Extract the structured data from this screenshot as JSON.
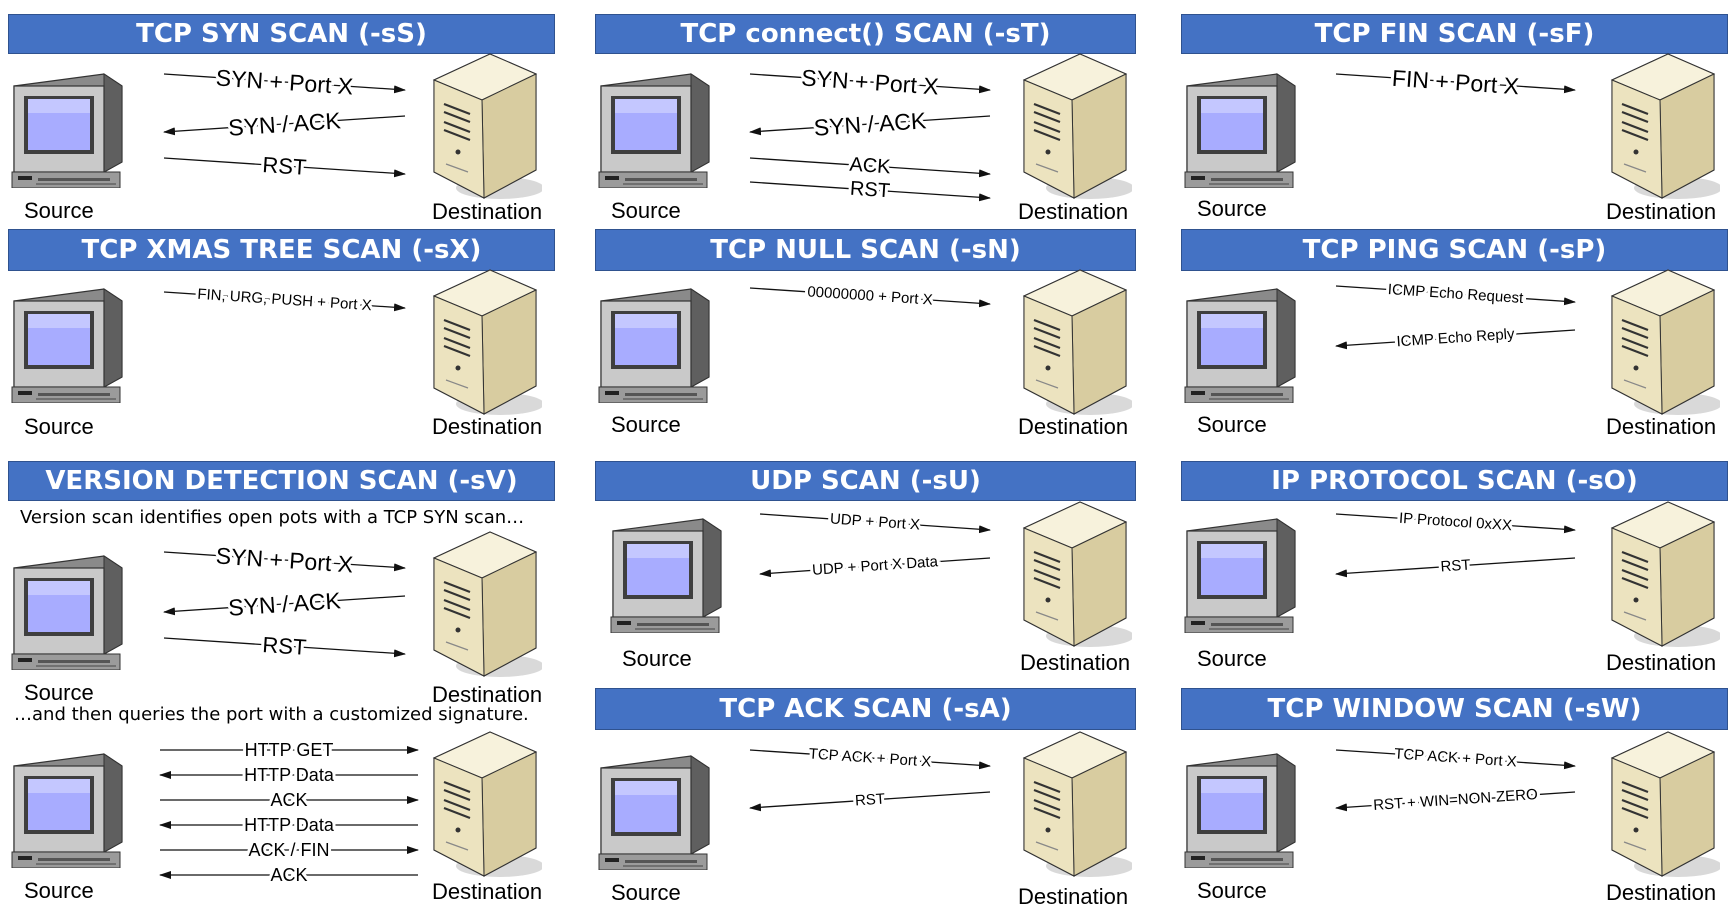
{
  "common": {
    "source_label": "Source",
    "destination_label": "Destination"
  },
  "panels": [
    {
      "id": "syn",
      "title": "TCP SYN SCAN (-sS)",
      "arrows": [
        {
          "label": "SYN + Port X",
          "dir": "right"
        },
        {
          "label": "SYN / ACK",
          "dir": "left"
        },
        {
          "label": "RST",
          "dir": "right"
        }
      ]
    },
    {
      "id": "connect",
      "title": "TCP connect() SCAN (-sT)",
      "arrows": [
        {
          "label": "SYN + Port X",
          "dir": "right"
        },
        {
          "label": "SYN / ACK",
          "dir": "left"
        },
        {
          "label": "ACK",
          "dir": "right"
        },
        {
          "label": "RST",
          "dir": "right"
        }
      ]
    },
    {
      "id": "fin",
      "title": "TCP FIN SCAN (-sF)",
      "arrows": [
        {
          "label": "FIN + Port X",
          "dir": "right"
        }
      ]
    },
    {
      "id": "xmas",
      "title": "TCP XMAS TREE SCAN (-sX)",
      "arrows": [
        {
          "label": "FIN, URG, PUSH + Port X",
          "dir": "right"
        }
      ]
    },
    {
      "id": "null",
      "title": "TCP NULL SCAN (-sN)",
      "arrows": [
        {
          "label": "00000000 + Port X",
          "dir": "right"
        }
      ]
    },
    {
      "id": "ping",
      "title": "TCP PING SCAN (-sP)",
      "arrows": [
        {
          "label": "ICMP Echo Request",
          "dir": "right"
        },
        {
          "label": "ICMP Echo Reply",
          "dir": "left"
        }
      ]
    },
    {
      "id": "version",
      "title": "VERSION DETECTION SCAN (-sV)",
      "caption_top": "Version scan identifies open pots with a TCP SYN scan…",
      "caption_mid": "…and then queries the port with a customized signature.",
      "arrows": [
        {
          "label": "SYN + Port X",
          "dir": "right"
        },
        {
          "label": "SYN / ACK",
          "dir": "left"
        },
        {
          "label": "RST",
          "dir": "right"
        }
      ],
      "arrows2": [
        {
          "label": "HTTP GET",
          "dir": "right"
        },
        {
          "label": "HTTP Data",
          "dir": "left"
        },
        {
          "label": "ACK",
          "dir": "right"
        },
        {
          "label": "HTTP Data",
          "dir": "left"
        },
        {
          "label": "ACK / FIN",
          "dir": "right"
        },
        {
          "label": "ACK",
          "dir": "left"
        }
      ]
    },
    {
      "id": "udp",
      "title": "UDP SCAN (-sU)",
      "arrows": [
        {
          "label": "UDP + Port X",
          "dir": "right"
        },
        {
          "label": "UDP + Port X Data",
          "dir": "left"
        }
      ]
    },
    {
      "id": "ipproto",
      "title": "IP PROTOCOL SCAN (-sO)",
      "arrows": [
        {
          "label": "IP Protocol 0xXX",
          "dir": "right"
        },
        {
          "label": "RST",
          "dir": "left"
        }
      ]
    },
    {
      "id": "ack",
      "title": "TCP ACK SCAN (-sA)",
      "arrows": [
        {
          "label": "TCP ACK + Port X",
          "dir": "right"
        },
        {
          "label": "RST",
          "dir": "left"
        }
      ]
    },
    {
      "id": "window",
      "title": "TCP WINDOW SCAN (-sW)",
      "arrows": [
        {
          "label": "TCP ACK + Port X",
          "dir": "right"
        },
        {
          "label": "RST + WIN=NON-ZERO",
          "dir": "left"
        }
      ]
    }
  ]
}
